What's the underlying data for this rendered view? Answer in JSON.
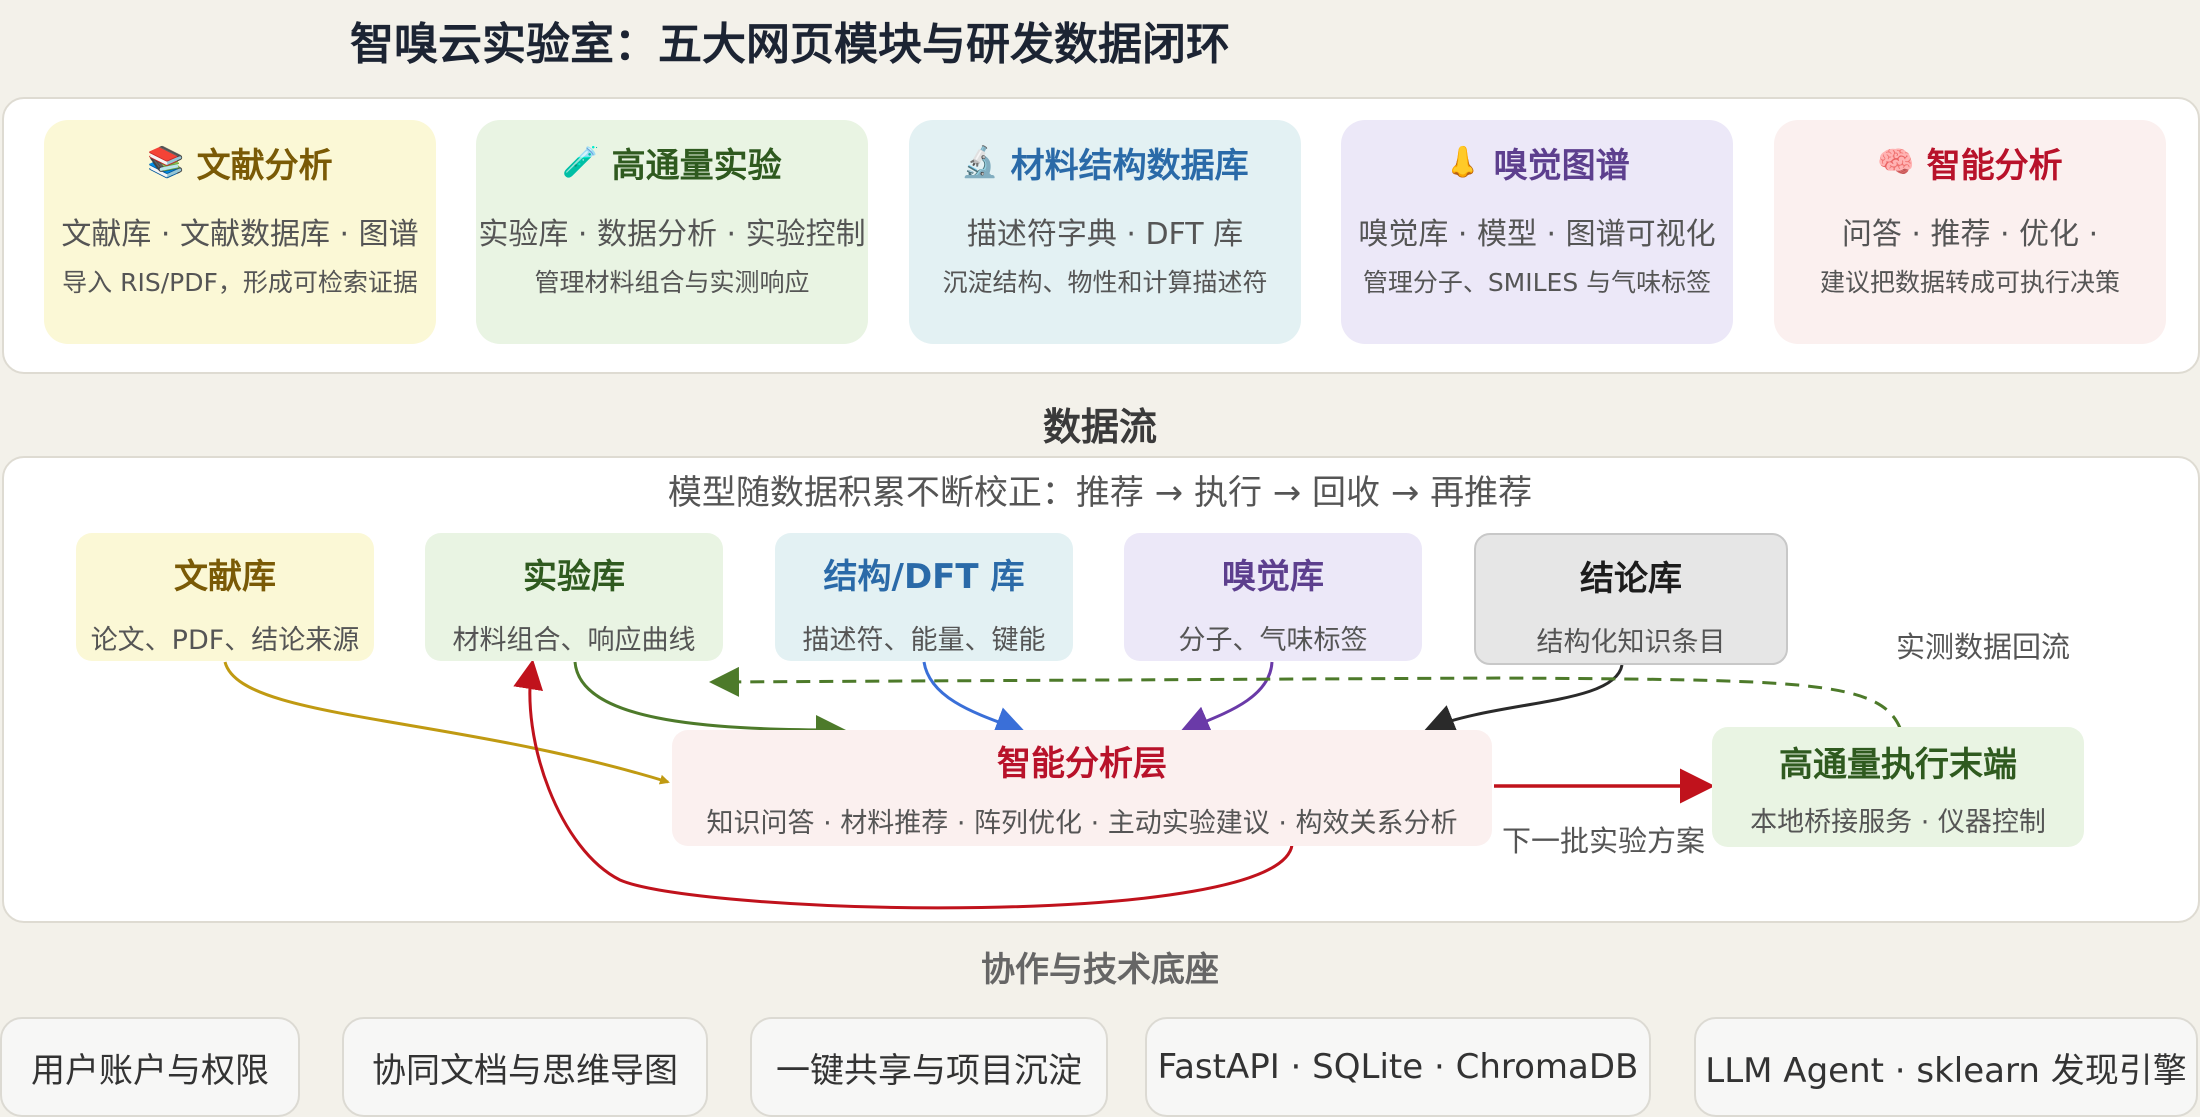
{
  "title": "智嗅云实验室：五大网页模块与研发数据闭环",
  "modules": [
    {
      "icon": "📚",
      "title": "文献分析",
      "line1": "文献库 · 文献数据库 · 图谱",
      "line2": "导入 RIS/PDF，形成可检索证据",
      "color": "#7a5a06",
      "bg": "#fbf8d6"
    },
    {
      "icon": "🧪",
      "title": "高通量实验",
      "line1": "实验库 · 数据分析 · 实验控制",
      "line2": "管理材料组合与实测响应",
      "color": "#2f5a1f",
      "bg": "#e9f4e3"
    },
    {
      "icon": "🔬",
      "title": "材料结构数据库",
      "line1": "描述符字典 · DFT 库",
      "line2": "沉淀结构、物性和计算描述符",
      "color": "#2a6aa8",
      "bg": "#e3f1f3"
    },
    {
      "icon": "👃",
      "title": "嗅觉图谱",
      "line1": "嗅觉库 · 模型 · 图谱可视化",
      "line2": "管理分子、SMILES 与气味标签",
      "color": "#5d3f8e",
      "bg": "#ece8f8"
    },
    {
      "icon": "🧠",
      "title": "智能分析",
      "line1": "问答 · 推荐 · 优化 ·",
      "line2": "建议把数据转成可执行决策",
      "color": "#b8122a",
      "bg": "#fbf0ef"
    }
  ],
  "flow": {
    "title": "数据流",
    "subtitle": "模型随数据积累不断校正：推荐 → 执行 → 回收 → 再推荐",
    "nodes": [
      {
        "title": "文献库",
        "sub": "论文、PDF、结论来源",
        "color": "#7a5a06",
        "bg": "#fbf8d6"
      },
      {
        "title": "实验库",
        "sub": "材料组合、响应曲线",
        "color": "#2f5a1f",
        "bg": "#e9f4e3"
      },
      {
        "title": "结构/DFT 库",
        "sub": "描述符、能量、键能",
        "color": "#2a6aa8",
        "bg": "#e3f1f3"
      },
      {
        "title": "嗅觉库",
        "sub": "分子、气味标签",
        "color": "#5d3f8e",
        "bg": "#ece8f8"
      },
      {
        "title": "结论库",
        "sub": "结构化知识条目",
        "color": "#1c1c1c",
        "bg": "#e6e6e6"
      }
    ],
    "analysis": {
      "title": "智能分析层",
      "sub": "知识问答 · 材料推荐 · 阵列优化 · 主动实验建议 · 构效关系分析",
      "color": "#b8122a",
      "bg": "#fbf0ef"
    },
    "terminal": {
      "title": "高通量执行末端",
      "sub": "本地桥接服务 · 仪器控制",
      "color": "#2f5a1f",
      "bg": "#e9f4e3"
    },
    "label_feedback": "实测数据回流",
    "label_next": "下一批实验方案"
  },
  "collab": {
    "title": "协作与技术底座",
    "items": [
      "用户账户与权限",
      "协同文档与思维导图",
      "一键共享与项目沉淀",
      "FastAPI · SQLite · ChromaDB",
      "LLM Agent · sklearn 发现引擎"
    ]
  }
}
